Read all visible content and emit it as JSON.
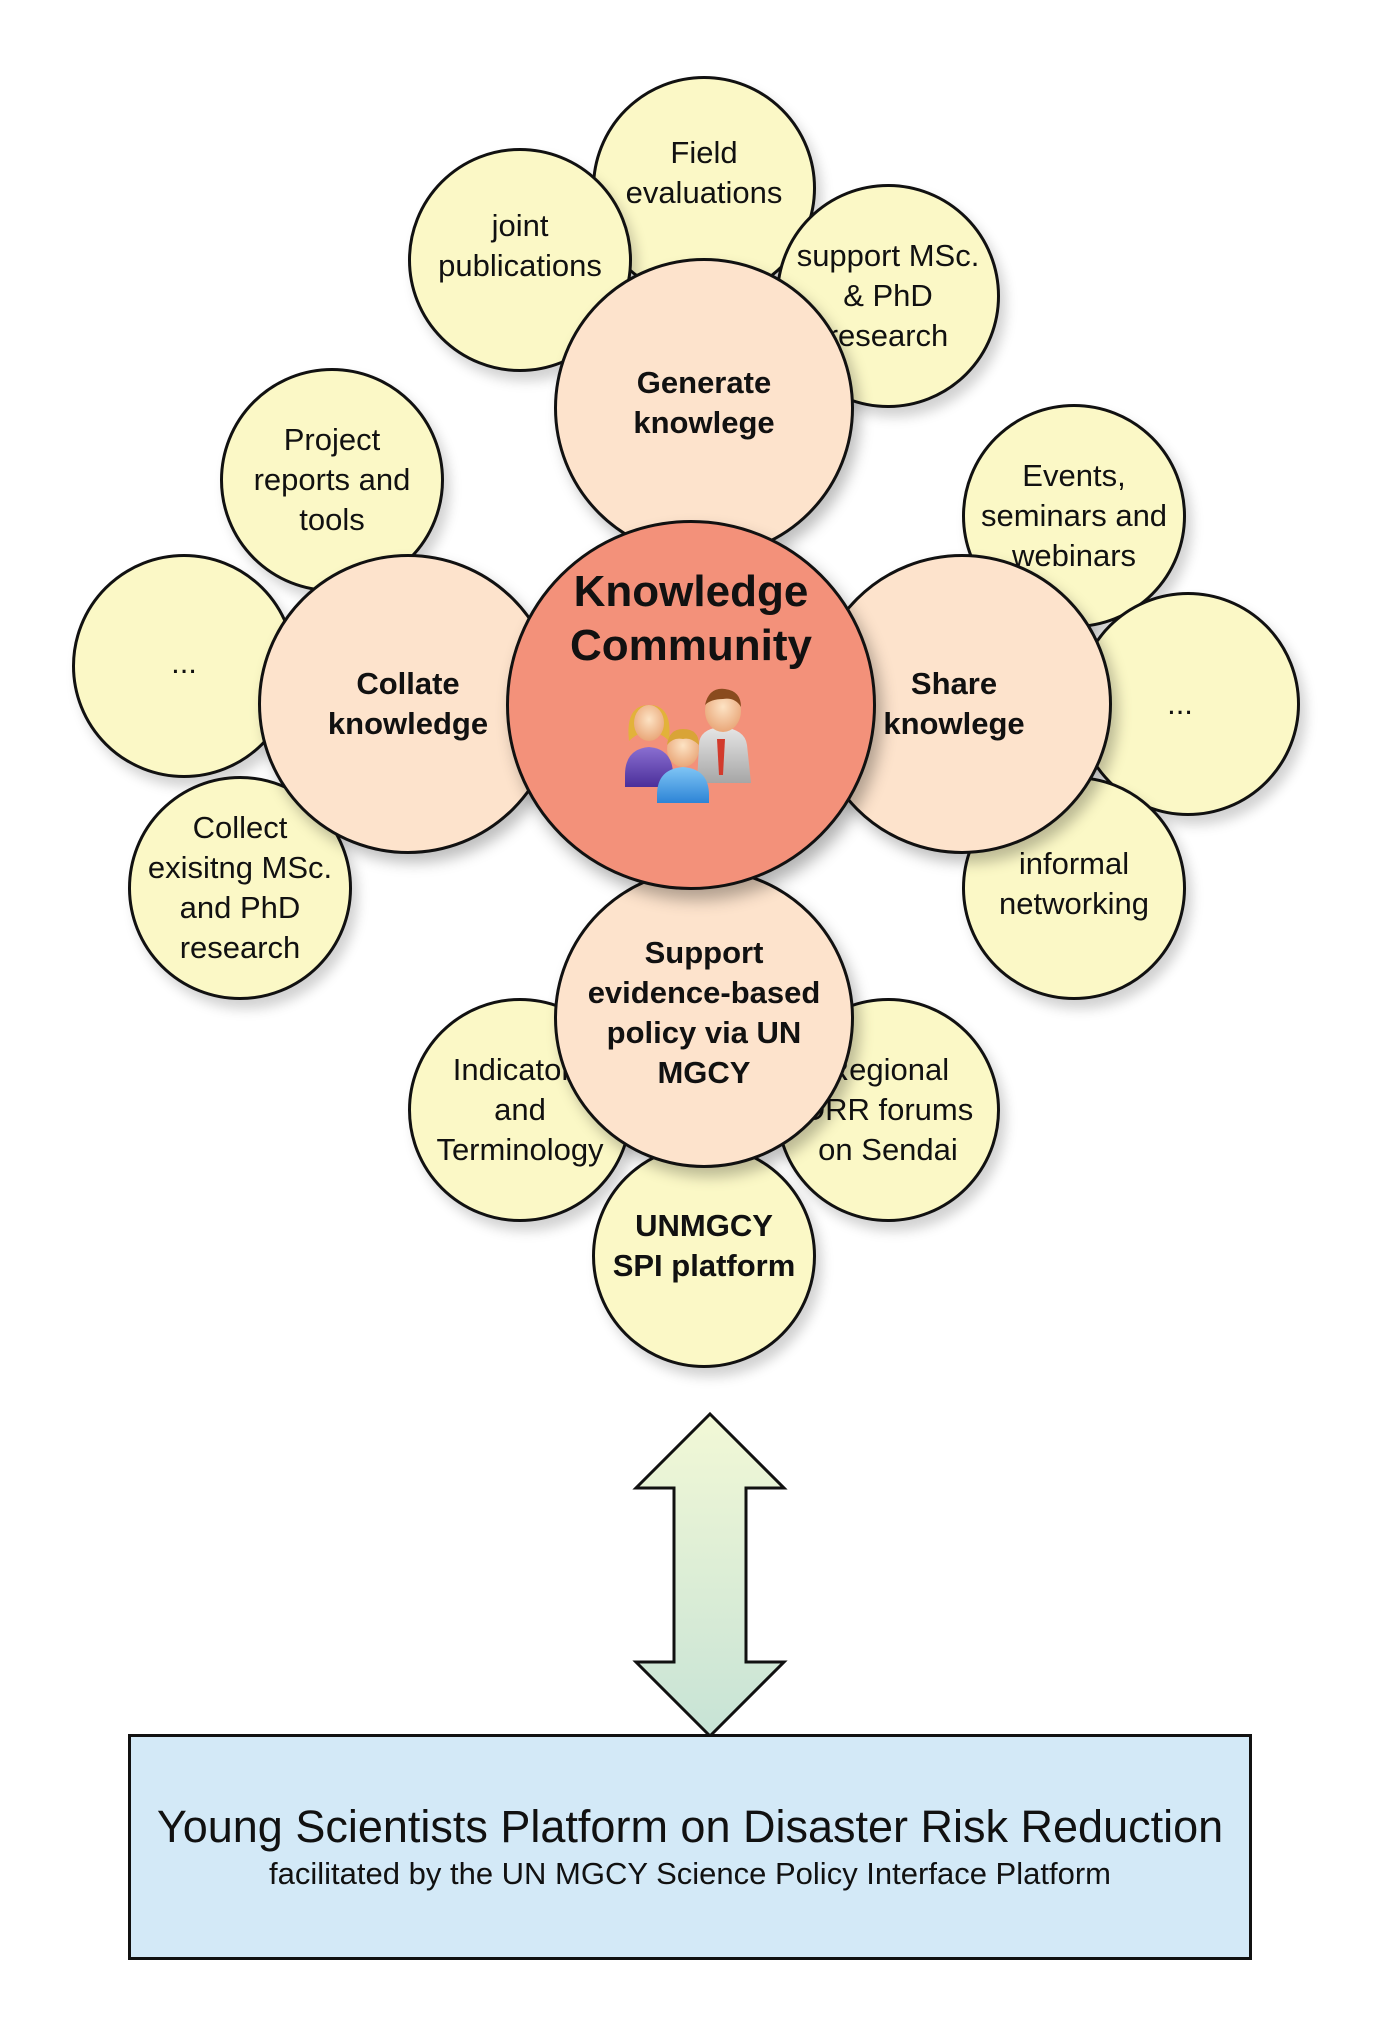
{
  "center": {
    "title": "Knowledge\nCommunity",
    "icon": "people-group-icon"
  },
  "petals": {
    "generate": "Generate\nknowlege",
    "collate": "Collate\nknowledge",
    "share": "Share\nknowlege",
    "support": "Support\nevidence-based\npolicy via UN\nMGCY"
  },
  "leaves": {
    "field_evaluations": "Field\nevaluations",
    "joint_publications": "joint\npublications",
    "support_msc_phd": "support MSc.\n& PhD\nresearch",
    "project_reports": "Project\nreports and\ntools",
    "collate_more": "...",
    "collect_existing": "Collect\nexisitng MSc.\nand PhD\nresearch",
    "events_seminars": "Events,\nseminars and\nwebinars",
    "share_more": "...",
    "informal_networking": "informal\nnetworking",
    "indicators_terminology": "Indicators\nand\nTerminology",
    "regional_drr": "Regional\nDRR forums\non Sendai",
    "unmgcy_spi": "UNMGCY\nSPI platform"
  },
  "platform": {
    "title": "Young Scientists Platform on Disaster Risk Reduction",
    "subtitle": "facilitated by the UN MGCY Science Policy Interface Platform"
  },
  "colors": {
    "leaf_fill": "#fbf8c6",
    "petal_fill": "#fde3cc",
    "core_fill": "#f3917a",
    "platform_fill": "#d3e9f7",
    "arrow_top": "#f2f8d6",
    "arrow_bottom": "#c7e3d6",
    "outline": "#111111"
  }
}
